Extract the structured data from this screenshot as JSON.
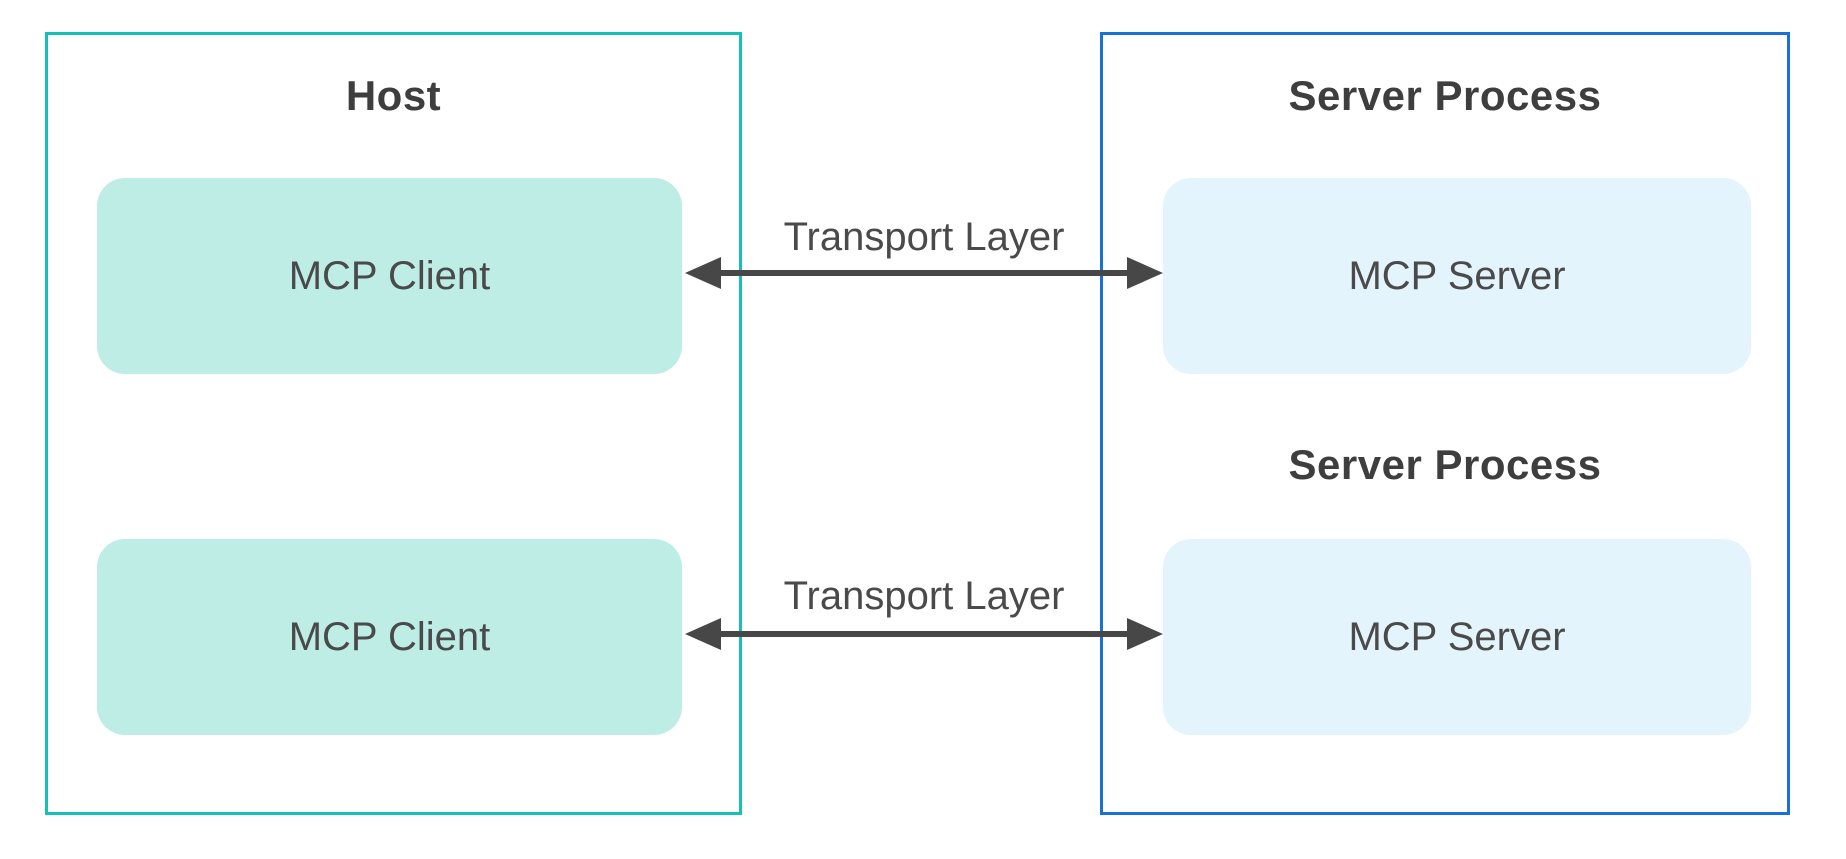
{
  "host": {
    "title": "Host",
    "clients": [
      {
        "label": "MCP Client"
      },
      {
        "label": "MCP Client"
      }
    ]
  },
  "server_process_sections": [
    {
      "title": "Server Process",
      "server_label": "MCP Server"
    },
    {
      "title": "Server Process",
      "server_label": "MCP Server"
    }
  ],
  "connections": [
    {
      "label": "Transport Layer"
    },
    {
      "label": "Transport Layer"
    }
  ],
  "colors": {
    "host_border": "#15C1B6",
    "server_border": "#1A70D9",
    "client_fill": "#BEEDE6",
    "server_fill": "#E3F4FD",
    "arrow": "#474747",
    "text": "#414141"
  }
}
